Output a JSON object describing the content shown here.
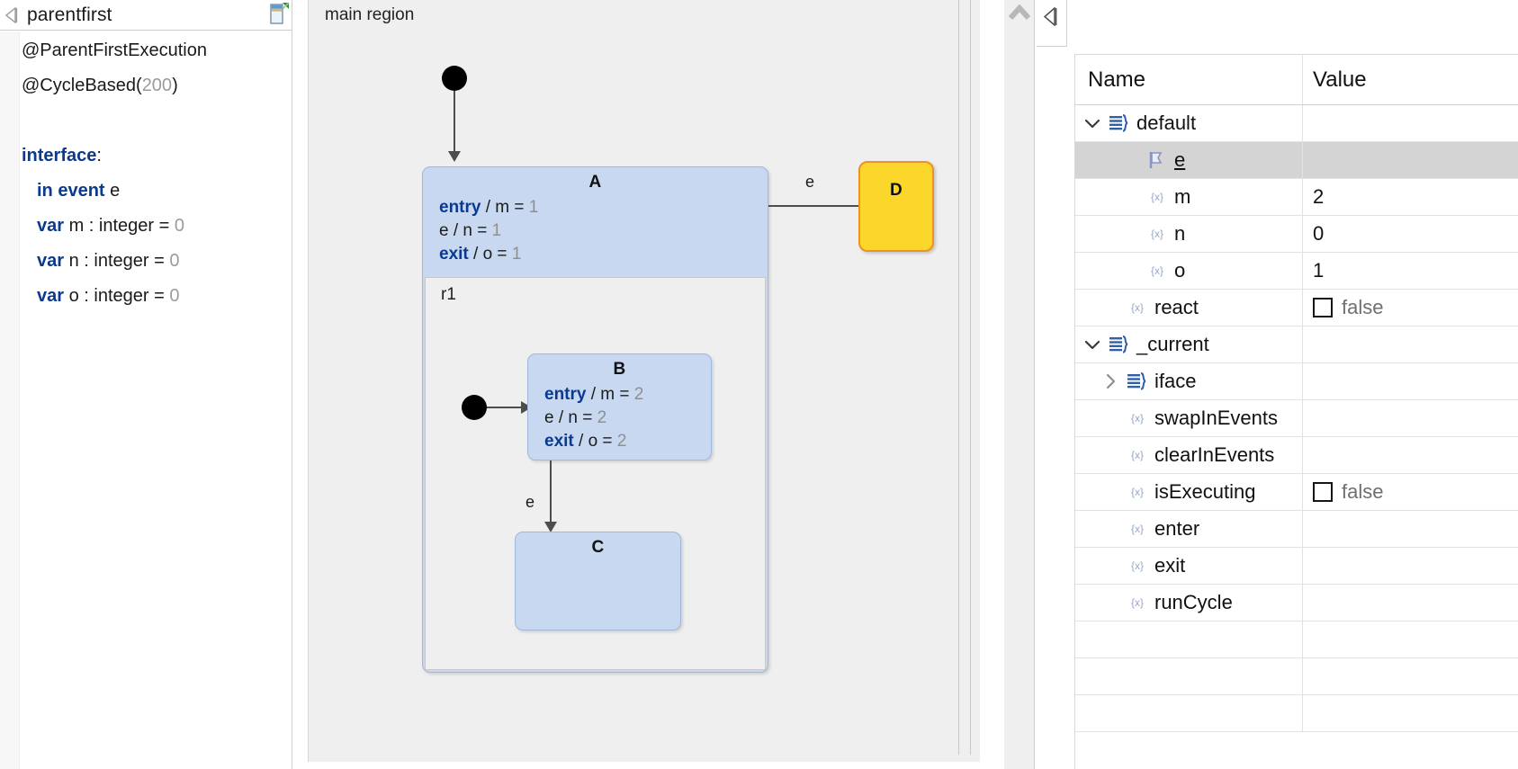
{
  "editor": {
    "collapse_icon": "collapse-left-arrow-icon",
    "title": "parentfirst",
    "header_icon": "model-file-icon",
    "code_lines": [
      {
        "id": "l1",
        "text": "@ParentFirstExecution"
      },
      {
        "id": "l2",
        "text": "@CycleBased(200)",
        "arg": "200"
      },
      {
        "id": "l3",
        "text": ""
      },
      {
        "id": "l4",
        "text": "interface:"
      },
      {
        "id": "l5",
        "text": "in event e"
      },
      {
        "id": "l6",
        "text": "var m : integer = 0"
      },
      {
        "id": "l7",
        "text": "var n : integer = 0"
      },
      {
        "id": "l8",
        "text": "var o : integer = 0"
      }
    ],
    "tokens": {
      "at_parentfirst": "@ParentFirstExecution",
      "at_cyclebased_open": "@CycleBased(",
      "at_cyclebased_num": "200",
      "at_cyclebased_close": ")",
      "interface_kw": "interface",
      "interface_colon": ":",
      "in_event_kw": "in event",
      "event_name": "e",
      "var_kw": "var",
      "var_m": "m : integer = ",
      "var_m_val": "0",
      "var_n": "n : integer = ",
      "var_n_val": "0",
      "var_o": "o : integer = ",
      "var_o_val": "0"
    }
  },
  "diagram": {
    "region_label": "main region",
    "states": [
      {
        "id": "A",
        "name": "A",
        "entry_kw": "entry",
        "entry_rest": " / m = ",
        "entry_val": "1",
        "event_line": "e / n = ",
        "event_val": "1",
        "exit_kw": "exit",
        "exit_rest": " / o = ",
        "exit_val": "1"
      },
      {
        "id": "B",
        "name": "B",
        "entry_kw": "entry",
        "entry_rest": " / m = ",
        "entry_val": "2",
        "event_line": "e / n = ",
        "event_val": "2",
        "exit_kw": "exit",
        "exit_rest": " / o = ",
        "exit_val": "2"
      },
      {
        "id": "C",
        "name": "C"
      },
      {
        "id": "D",
        "name": "D"
      }
    ],
    "inner_region_label": "r1",
    "transitions": [
      {
        "id": "t-init-A",
        "label": ""
      },
      {
        "id": "t-A-D",
        "label": "e"
      },
      {
        "id": "t-init-B",
        "label": ""
      },
      {
        "id": "t-B-C",
        "label": "e"
      }
    ],
    "colors": {
      "state_fill": "#c8d8f0",
      "state_border": "#9fb8dd",
      "active_state_fill": "#fcd72b",
      "active_state_border": "#f0921e",
      "canvas_bg": "#efefef",
      "keyword": "#0a3a8f",
      "value": "#8f8f8f"
    },
    "chevron_up_icon": "chevron-up-icon",
    "collapse_icon": "collapse-left-arrow-icon"
  },
  "variables": {
    "columns": {
      "name": "Name",
      "value": "Value"
    },
    "rows": [
      {
        "id": "default",
        "label": "default",
        "value": "",
        "icon": "interface-icon",
        "twisty": "expanded",
        "indent": 1,
        "selected": false,
        "bool": false,
        "underline": false
      },
      {
        "id": "e",
        "label": "e",
        "value": "",
        "icon": "event-flag-icon",
        "twisty": "none",
        "indent": 3,
        "selected": true,
        "bool": false,
        "underline": true
      },
      {
        "id": "m",
        "label": "m",
        "value": "2",
        "icon": "variable-icon",
        "twisty": "none",
        "indent": 3,
        "selected": false,
        "bool": false,
        "underline": false
      },
      {
        "id": "n",
        "label": "n",
        "value": "0",
        "icon": "variable-icon",
        "twisty": "none",
        "indent": 3,
        "selected": false,
        "bool": false,
        "underline": false
      },
      {
        "id": "o",
        "label": "o",
        "value": "1",
        "icon": "variable-icon",
        "twisty": "none",
        "indent": 3,
        "selected": false,
        "bool": false,
        "underline": false
      },
      {
        "id": "react",
        "label": "react",
        "value": "false",
        "icon": "variable-icon",
        "twisty": "none",
        "indent": 2,
        "selected": false,
        "bool": true,
        "underline": false
      },
      {
        "id": "_current",
        "label": "_current",
        "value": "",
        "icon": "interface-icon",
        "twisty": "expanded",
        "indent": 1,
        "selected": false,
        "bool": false,
        "underline": false
      },
      {
        "id": "iface",
        "label": "iface",
        "value": "",
        "icon": "interface-icon",
        "twisty": "collapsed",
        "indent": 2,
        "selected": false,
        "bool": false,
        "underline": false
      },
      {
        "id": "swapInEvents",
        "label": "swapInEvents",
        "value": "",
        "icon": "variable-icon",
        "twisty": "none",
        "indent": 2,
        "selected": false,
        "bool": false,
        "underline": false
      },
      {
        "id": "clearInEvents",
        "label": "clearInEvents",
        "value": "",
        "icon": "variable-icon",
        "twisty": "none",
        "indent": 2,
        "selected": false,
        "bool": false,
        "underline": false
      },
      {
        "id": "isExecuting",
        "label": "isExecuting",
        "value": "false",
        "icon": "variable-icon",
        "twisty": "none",
        "indent": 2,
        "selected": false,
        "bool": true,
        "underline": false
      },
      {
        "id": "enter",
        "label": "enter",
        "value": "",
        "icon": "variable-icon",
        "twisty": "none",
        "indent": 2,
        "selected": false,
        "bool": false,
        "underline": false
      },
      {
        "id": "exit",
        "label": "exit",
        "value": "",
        "icon": "variable-icon",
        "twisty": "none",
        "indent": 2,
        "selected": false,
        "bool": false,
        "underline": false
      },
      {
        "id": "runCycle",
        "label": "runCycle",
        "value": "",
        "icon": "variable-icon",
        "twisty": "none",
        "indent": 2,
        "selected": false,
        "bool": false,
        "underline": false
      },
      {
        "id": "blank1",
        "label": "",
        "value": "",
        "icon": "none",
        "twisty": "none",
        "indent": 0,
        "selected": false,
        "bool": false,
        "underline": false
      },
      {
        "id": "blank2",
        "label": "",
        "value": "",
        "icon": "none",
        "twisty": "none",
        "indent": 0,
        "selected": false,
        "bool": false,
        "underline": false
      },
      {
        "id": "blank3",
        "label": "",
        "value": "",
        "icon": "none",
        "twisty": "none",
        "indent": 0,
        "selected": false,
        "bool": false,
        "underline": false
      }
    ]
  }
}
